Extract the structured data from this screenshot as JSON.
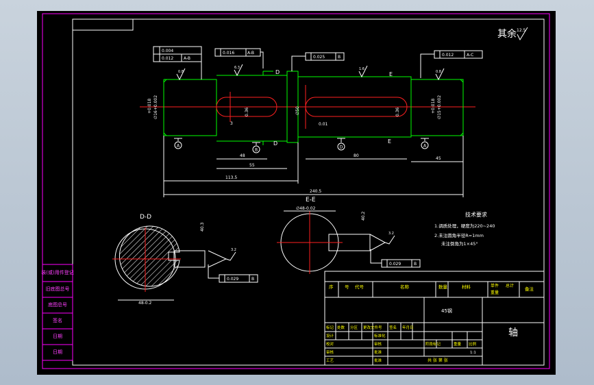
{
  "roughness": {
    "other": "其余",
    "other_val": "12.5",
    "general": "6.3",
    "left_end": "0.8",
    "right_end": "0.8",
    "mid": "1.6",
    "keyway": "3.2",
    "keyway2": "3.2"
  },
  "gdt": {
    "box1_l1": "0.004",
    "box1_l2_val": "0.012",
    "box1_l2_ref": "A-B",
    "box2_val": "0.016",
    "box2_ref": "A-B",
    "box3_val": "0.025",
    "box3_ref": "B",
    "box4_val": "0.012",
    "box4_ref": "A-C",
    "box5_val": "0.029",
    "box5_ref": "B",
    "box6_val": "0.029",
    "box6_ref": "B"
  },
  "section_marks": {
    "d": "D",
    "e": "E",
    "dd": "D-D",
    "ee": "E-E"
  },
  "datums": {
    "a": "A",
    "b": "B",
    "d": "D"
  },
  "dims": {
    "d_left": "+0.018",
    "d_left2": "∅16+0.002",
    "d_mid": "∅50",
    "d_key": "0.36",
    "d_right": "+0.018",
    "d_right2": "∅15+0.002",
    "l_48": "48",
    "l_55": "55",
    "l_80": "80",
    "l_45": "45",
    "l_3": "3",
    "l_113": "113.5",
    "l_240": "240.5",
    "chamfer": "0.01",
    "dd_width": "48-0.2",
    "ee_dia": "∅48-0.02",
    "ee_depth": "40.2",
    "dd_depth": "40.3"
  },
  "tech_req": {
    "title": "技术要求",
    "line1": "1.调质处理，硬度为220~240",
    "line2": "2.未注圆角半径R=1mm",
    "line3": "未注倒角为1×45°"
  },
  "left_table": [
    "装(或)用件登记",
    "旧底图总号",
    "底图总号",
    "签名",
    "日期",
    "日期"
  ],
  "title_block": {
    "h_no": "序",
    "h_code": "号",
    "h_dai": "代号",
    "h_name": "名称",
    "h_qty": "数量",
    "h_mat": "材料",
    "h_single": "单件",
    "h_total": "总计",
    "h_weight": "重量",
    "h_note": "备注",
    "material": "45钢",
    "part_name": "轴",
    "rev_mark": "标记",
    "rev_count": "处数",
    "rev_zone": "分区",
    "rev_doc": "更改文件号",
    "rev_sign": "签名",
    "rev_date": "年月日",
    "design": "设计",
    "std": "标准化",
    "stage": "阶段标记",
    "weight": "重量",
    "scale": "比例",
    "review": "审核",
    "craft": "工艺",
    "approve": "批准",
    "audit": "审核",
    "check": "校对",
    "scale_val": "1:1",
    "sheets": "共 张 第 张"
  }
}
